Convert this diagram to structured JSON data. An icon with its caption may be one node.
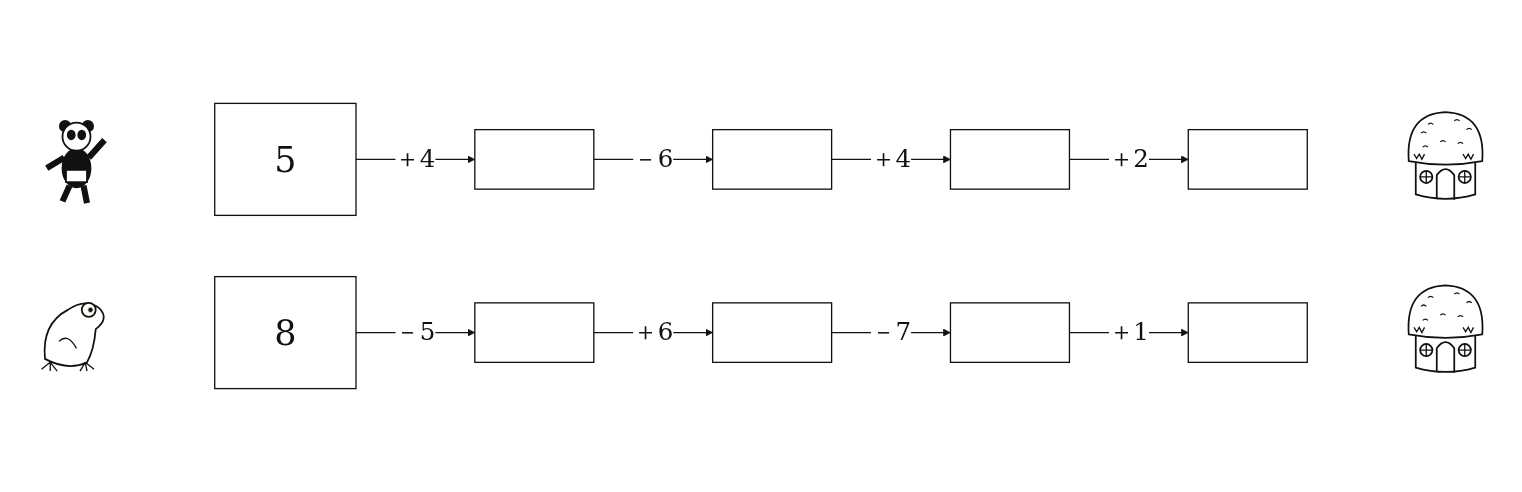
{
  "diagram": {
    "nodes": [
      {
        "text": [],
        "shape": "picture"
      },
      {
        "text": [
          "5"
        ]
      },
      {
        "text": [],
        "shape": "box"
      },
      {
        "text": [],
        "shape": "box"
      },
      {
        "text": [],
        "shape": "box"
      },
      {
        "text": [],
        "shape": "box"
      },
      {
        "text": [],
        "shape": "picture"
      },
      {
        "text": [],
        "shape": "picture"
      },
      {
        "text": [
          "8"
        ]
      },
      {
        "text": [],
        "shape": "box"
      },
      {
        "text": [],
        "shape": "box"
      },
      {
        "text": [],
        "shape": "box"
      },
      {
        "text": [],
        "shape": "box"
      },
      {
        "text": [],
        "shape": "picture"
      }
    ],
    "edges": [
      {
        "from": 1,
        "to": 2,
        "arrow": "to",
        "label": "＋4"
      },
      {
        "from": 2,
        "to": 3,
        "arrow": "to",
        "label": "－6"
      },
      {
        "from": 3,
        "to": 4,
        "arrow": "to",
        "label": "＋4"
      },
      {
        "from": 4,
        "to": 5,
        "arrow": "to",
        "label": "＋2"
      },
      {
        "from": 8,
        "to": 9,
        "arrow": "to",
        "label": "－5"
      },
      {
        "from": 9,
        "to": 10,
        "arrow": "to",
        "label": "＋6"
      },
      {
        "from": 10,
        "to": 11,
        "arrow": "to",
        "label": "－7"
      },
      {
        "from": 11,
        "to": 12,
        "arrow": "to",
        "label": "＋1"
      }
    ]
  }
}
